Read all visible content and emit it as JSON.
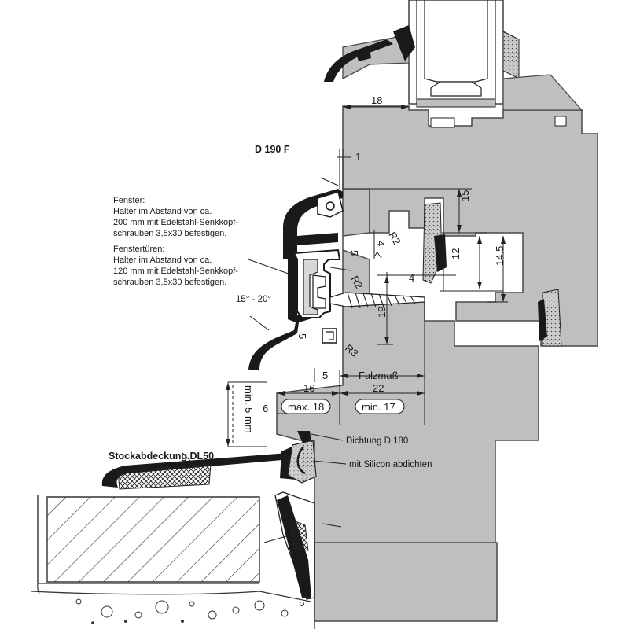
{
  "labels": {
    "profile_name": "D 190 F",
    "window_heading": "Fenster:",
    "window_line1": "Halter im Abstand von ca.",
    "window_line2": "200 mm mit Edelstahl-Senkkopf-",
    "window_line3": "schrauben 3,5x30 befestigen.",
    "door_heading": "Fenstertüren:",
    "door_line1": "Halter im Abstand von ca.",
    "door_line2": "120 mm mit Edelstahl-Senkkopf-",
    "door_line3": "schrauben 3,5x30 befestigen.",
    "angle": "15° - 20°",
    "seal": "Dichtung D 180",
    "silicone": "mit Silicon abdichten",
    "sill_cover": "Stockabdeckung DL50",
    "min_gap": "min. 5 mm"
  },
  "dimensions": {
    "d18_top": "18",
    "d1": "1",
    "d15": "15",
    "d4a": "4",
    "d7": "7",
    "r2a": "R2",
    "d5a": "5",
    "d12": "12",
    "d14_5": "14.5",
    "r2b": "R2",
    "d4b": "4",
    "d19": "19",
    "d5b": "5",
    "r3": "R3",
    "d5c": "5",
    "falzmass": "Falzmaß",
    "d16": "16",
    "d22": "22",
    "max18": "max. 18",
    "min17": "min. 17",
    "d6": "6"
  },
  "colors": {
    "profile": "#1a1a1a",
    "frame": "#bfbfbf",
    "frame_edge": "#4a4a4a",
    "lines": "#222222"
  }
}
